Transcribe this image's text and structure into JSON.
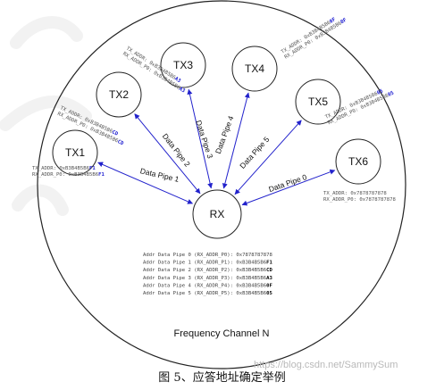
{
  "diagram": {
    "channel_label": "Frequency Channel N",
    "receiver": {
      "label": "RX"
    },
    "transmitters": [
      {
        "id": "tx1",
        "label": "TX1",
        "pipe_label": "Data Pipe 1",
        "addr_tx": "TX_ADDR:",
        "addr_tx_value": "0xB3B4B5B6",
        "addr_tx_hl": "F1",
        "addr_rx": "RX_ADDR_P0:",
        "addr_rx_value": "0xB3B4B5B6",
        "addr_rx_hl": "F1"
      },
      {
        "id": "tx2",
        "label": "TX2",
        "pipe_label": "Data Pipe 2",
        "addr_tx": "TX_ADDR:",
        "addr_tx_value": "0xB3B4B5B6",
        "addr_tx_hl": "CD",
        "addr_rx": "RX_ADDR_P0:",
        "addr_rx_value": "0xB3B4B5B6",
        "addr_rx_hl": "CD"
      },
      {
        "id": "tx3",
        "label": "TX3",
        "pipe_label": "Data Pipe 3",
        "addr_tx": "TX_ADDR:",
        "addr_tx_value": "0xB3B4B5B6",
        "addr_tx_hl": "A3",
        "addr_rx": "RX_ADDR_P0:",
        "addr_rx_value": "0xB3B4B5B6",
        "addr_rx_hl": "A3"
      },
      {
        "id": "tx4",
        "label": "TX4",
        "pipe_label": "Data Pipe 4",
        "addr_tx": "TX_ADDR:",
        "addr_tx_value": "0xB3B4B5B6",
        "addr_tx_hl": "0F",
        "addr_rx": "RX_ADDR_P0:",
        "addr_rx_value": "0xB3B4B5B6",
        "addr_rx_hl": "0F"
      },
      {
        "id": "tx5",
        "label": "TX5",
        "pipe_label": "Data Pipe 5",
        "addr_tx": "TX_ADDR:",
        "addr_tx_value": "0xB3B4B5B6",
        "addr_tx_hl": "05",
        "addr_rx": "RX_ADDR_P0:",
        "addr_rx_value": "0xB3B4B5B6",
        "addr_rx_hl": "05"
      },
      {
        "id": "tx6",
        "label": "TX6",
        "pipe_label": "Data Pipe 0",
        "addr_tx": "TX_ADDR:",
        "addr_tx_value": "0x7878787878",
        "addr_tx_hl": "",
        "addr_rx": "RX_ADDR_P0:",
        "addr_rx_value": "0x7878787878",
        "addr_rx_hl": ""
      }
    ],
    "address_table": [
      {
        "prefix": "Addr Data Pipe 0 (RX_ADDR_P0):",
        "value": "0x7878787878",
        "hl": ""
      },
      {
        "prefix": "Addr Data Pipe 1 (RX_ADDR_P1):",
        "value": "0xB3B4B5B6",
        "hl": "F1"
      },
      {
        "prefix": "Addr Data Pipe 2 (RX_ADDR_P2):",
        "value": "0xB3B4B5B6",
        "hl": "CD"
      },
      {
        "prefix": "Addr Data Pipe 3 (RX_ADDR_P3):",
        "value": "0xB3B4B5B6",
        "hl": "A3"
      },
      {
        "prefix": "Addr Data Pipe 4 (RX_ADDR_P4):",
        "value": "0xB3B4B5B6",
        "hl": "0F"
      },
      {
        "prefix": "Addr Data Pipe 5 (RX_ADDR_P5):",
        "value": "0xB3B4B5B6",
        "hl": "05"
      }
    ]
  },
  "caption": "图 5、应答地址确定举例",
  "watermark": "https://blog.csdn.net/SammySum",
  "colors": {
    "arrow": "#2222cc",
    "highlight": "#1a1ad0",
    "line": "#222222"
  }
}
